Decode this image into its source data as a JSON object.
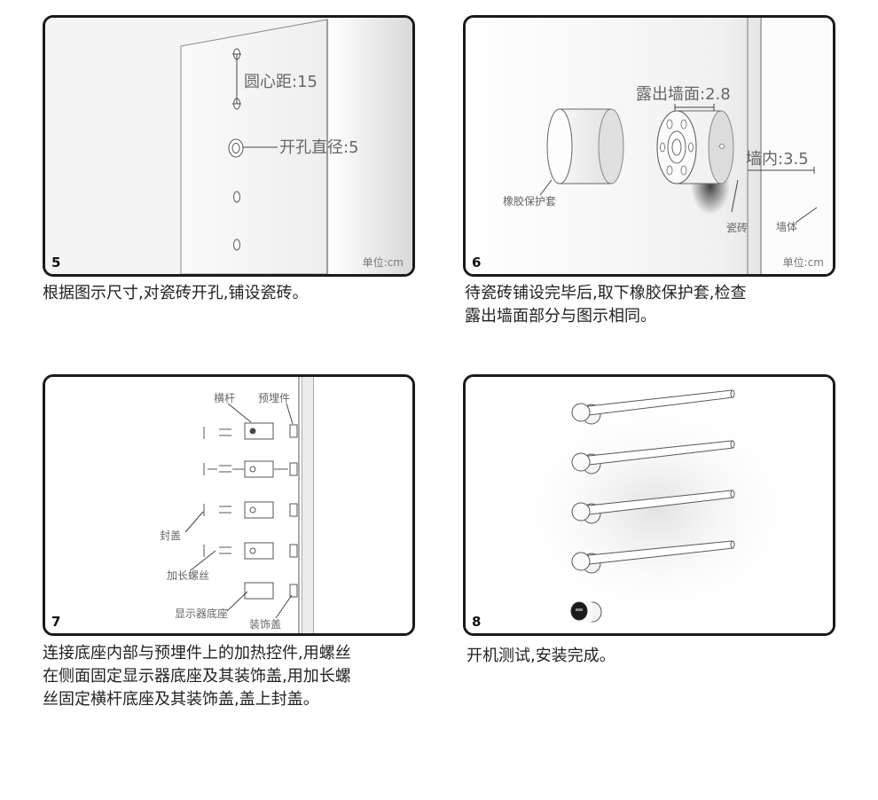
{
  "steps": [
    {
      "number": "5",
      "unit": "单位:cm",
      "caption_lines": [
        "根据图示尺寸,对瓷砖开孔,铺设瓷砖。"
      ],
      "labels": {
        "hole_spacing": "圆心距:15",
        "hole_diameter": "开孔直径:5"
      }
    },
    {
      "number": "6",
      "unit": "单位:cm",
      "caption_lines": [
        "待瓷砖铺设完毕后,取下橡胶保护套,检查",
        "露出墙面部分与图示相同。"
      ],
      "labels": {
        "exposed": "露出墙面:2.8",
        "in_wall": "墙内:3.5",
        "rubber_sleeve": "橡胶保护套",
        "tile": "瓷砖",
        "wall": "墙体"
      }
    },
    {
      "number": "7",
      "caption_lines": [
        "连接底座内部与预埋件上的加热控件,用螺丝",
        "在侧面固定显示器底座及其装饰盖,用加长螺",
        "丝固定横杆底座及其装饰盖,盖上封盖。"
      ],
      "labels": {
        "bar": "横杆",
        "embedded": "预埋件",
        "cap": "封盖",
        "long_screw": "加长螺丝",
        "display_base": "显示器底座",
        "decor_cover": "装饰盖"
      }
    },
    {
      "number": "8",
      "caption_lines": [
        "开机测试,安装完成。"
      ]
    }
  ]
}
